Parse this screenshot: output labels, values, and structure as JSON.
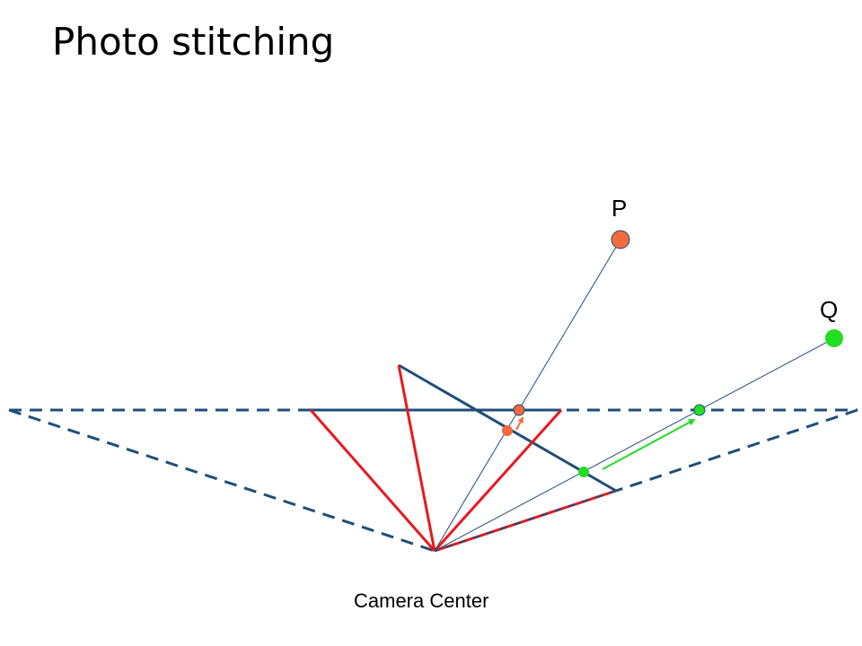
{
  "slide": {
    "title": "Photo stitching"
  },
  "diagram": {
    "labels": {
      "point_p": "P",
      "point_q": "Q",
      "camera_center": "Camera Center"
    },
    "colors": {
      "image_plane": "#1f4e79",
      "camera_frustum": "#e8191e",
      "point_p": "#f26a3d",
      "point_q": "#22dd22",
      "ray": "#1f4e79",
      "motion_arrow_q": "#22dd22",
      "motion_arrow_p": "#f26a3d"
    }
  }
}
